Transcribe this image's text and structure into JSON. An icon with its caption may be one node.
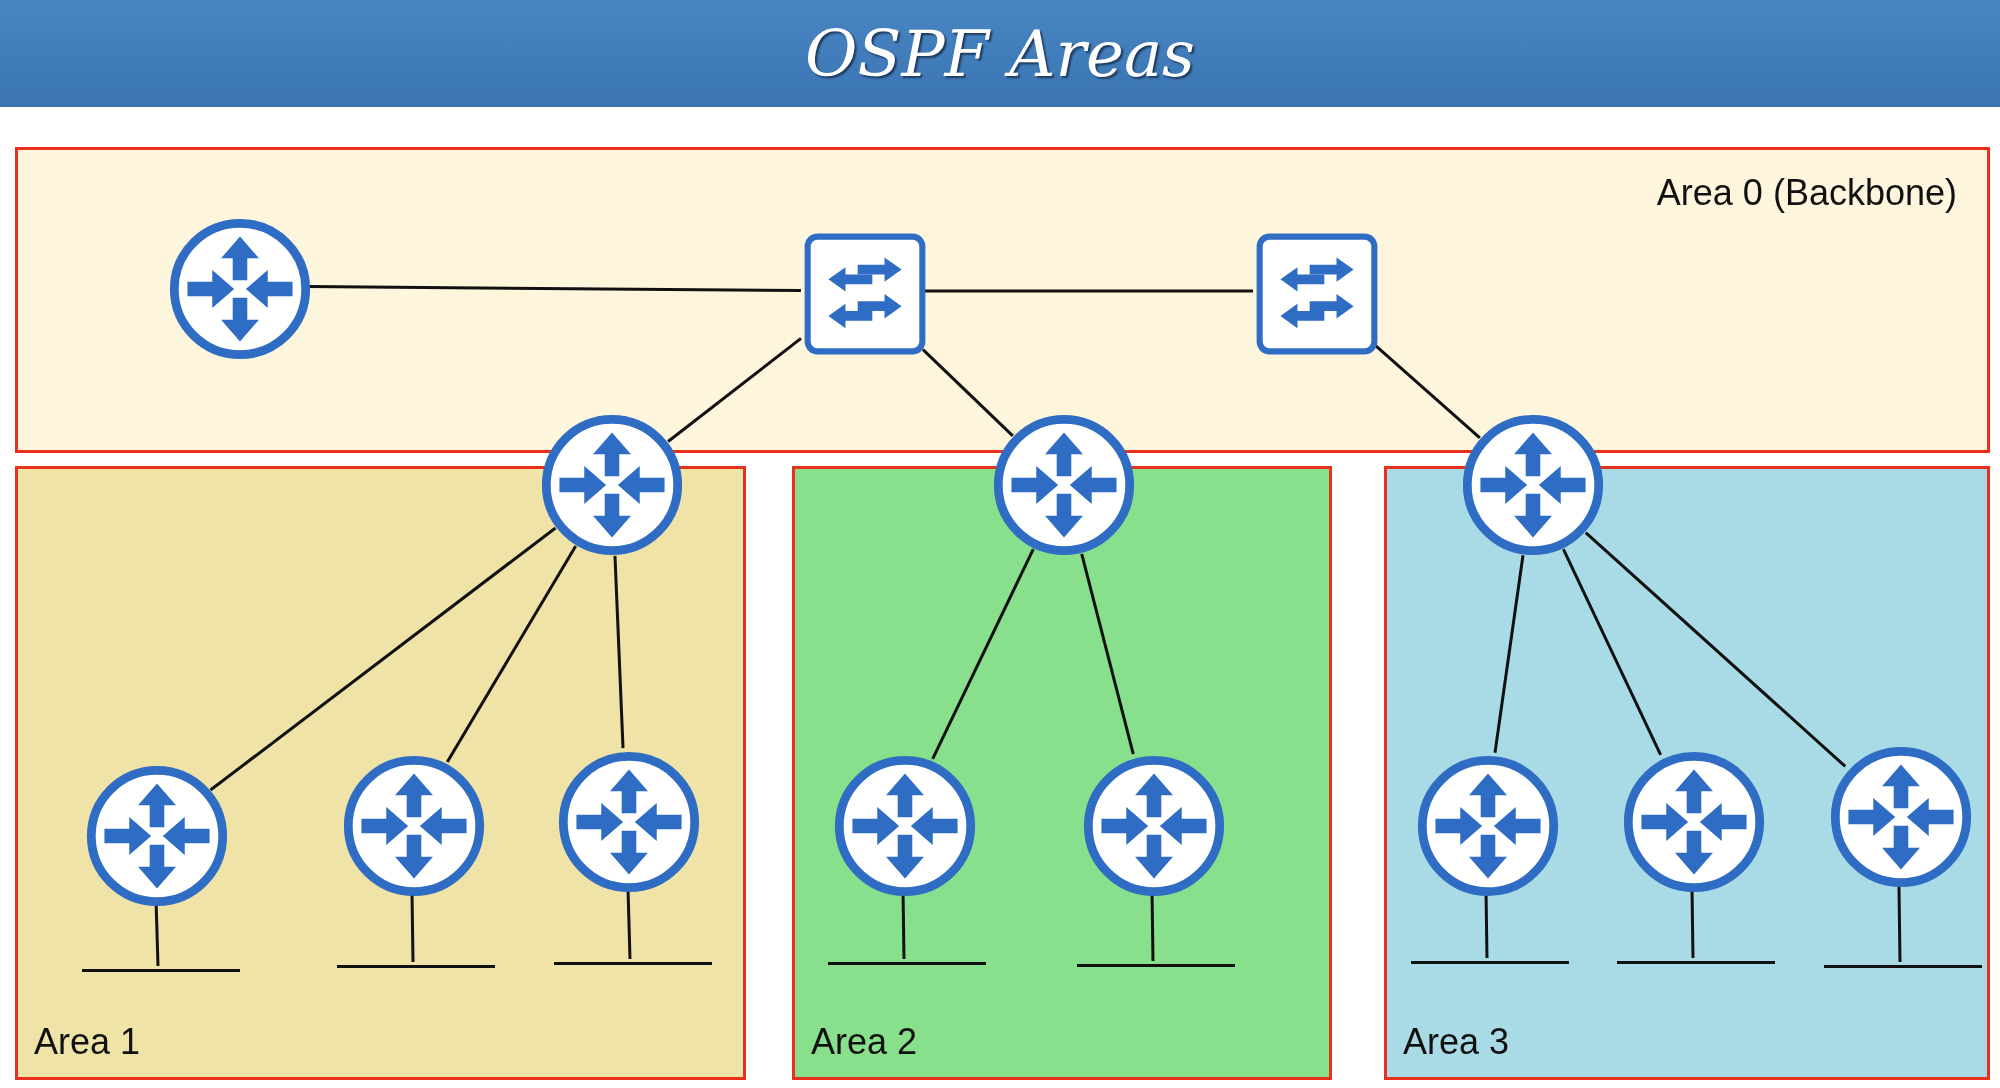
{
  "diagram": {
    "title": "OSPF Areas",
    "nodes": [
      {
        "text": [
          "Area 0 (Backbone)"
        ]
      },
      {
        "text": [],
        "shape": "picture",
        "in": 0
      },
      {
        "text": [],
        "shape": "picture",
        "in": 0
      },
      {
        "text": [],
        "shape": "picture",
        "in": 0
      },
      {
        "text": [],
        "shape": "picture"
      },
      {
        "text": [],
        "shape": "picture"
      },
      {
        "text": [],
        "shape": "picture"
      },
      {
        "text": [
          "Area 1"
        ]
      },
      {
        "text": [
          "Area 2"
        ]
      },
      {
        "text": [
          "Area 3"
        ]
      },
      {
        "text": [],
        "shape": "picture",
        "in": 7
      },
      {
        "text": [],
        "shape": "picture",
        "in": 7
      },
      {
        "text": [],
        "shape": "picture",
        "in": 7
      },
      {
        "text": [],
        "shape": "picture",
        "in": 8
      },
      {
        "text": [],
        "shape": "picture",
        "in": 8
      },
      {
        "text": [],
        "shape": "picture",
        "in": 9
      },
      {
        "text": [],
        "shape": "picture",
        "in": 9
      },
      {
        "text": [],
        "shape": "picture",
        "in": 9
      },
      {
        "text": [],
        "shape": "bar",
        "in": 7
      },
      {
        "text": [],
        "shape": "bar",
        "in": 7
      },
      {
        "text": [],
        "shape": "bar",
        "in": 7
      },
      {
        "text": [],
        "shape": "bar",
        "in": 8
      },
      {
        "text": [],
        "shape": "bar",
        "in": 8
      },
      {
        "text": [],
        "shape": "bar",
        "in": 9
      },
      {
        "text": [],
        "shape": "bar",
        "in": 9
      },
      {
        "text": [],
        "shape": "bar",
        "in": 9
      }
    ],
    "edges": [
      {
        "from": 1,
        "to": 2,
        "arrow": "none"
      },
      {
        "from": 2,
        "to": 3,
        "arrow": "none"
      },
      {
        "from": 2,
        "to": 4,
        "arrow": "none"
      },
      {
        "from": 2,
        "to": 5,
        "arrow": "none"
      },
      {
        "from": 3,
        "to": 6,
        "arrow": "none"
      },
      {
        "from": 4,
        "to": 10,
        "arrow": "none"
      },
      {
        "from": 4,
        "to": 11,
        "arrow": "none"
      },
      {
        "from": 4,
        "to": 12,
        "arrow": "none"
      },
      {
        "from": 5,
        "to": 13,
        "arrow": "none"
      },
      {
        "from": 5,
        "to": 14,
        "arrow": "none"
      },
      {
        "from": 6,
        "to": 15,
        "arrow": "none"
      },
      {
        "from": 6,
        "to": 16,
        "arrow": "none"
      },
      {
        "from": 6,
        "to": 17,
        "arrow": "none"
      },
      {
        "from": 10,
        "to": 18,
        "arrow": "none"
      },
      {
        "from": 11,
        "to": 19,
        "arrow": "none"
      },
      {
        "from": 12,
        "to": 20,
        "arrow": "none"
      },
      {
        "from": 13,
        "to": 21,
        "arrow": "none"
      },
      {
        "from": 14,
        "to": 22,
        "arrow": "none"
      },
      {
        "from": 15,
        "to": 23,
        "arrow": "none"
      },
      {
        "from": 16,
        "to": 24,
        "arrow": "none"
      },
      {
        "from": 17,
        "to": 25,
        "arrow": "none"
      }
    ]
  }
}
